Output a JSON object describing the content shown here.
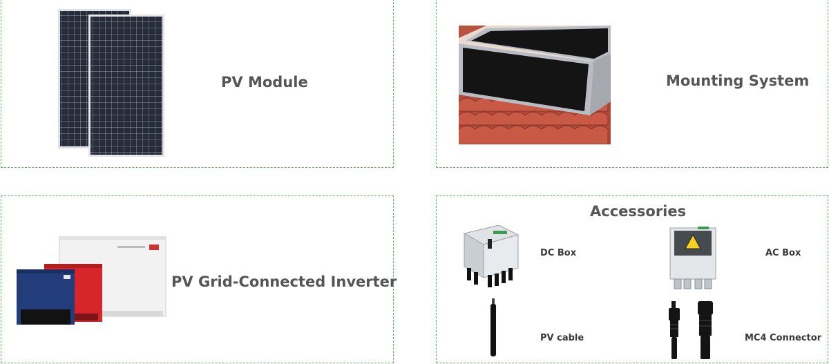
{
  "cards": {
    "pv_module": {
      "title": "PV Module"
    },
    "mounting": {
      "title": "Mounting System"
    },
    "inverter": {
      "title": "PV Grid-Connected Inverter"
    },
    "accessories": {
      "title": "Accessories",
      "items": {
        "dc_box": "DC Box",
        "ac_box": "AC Box",
        "pv_cable": "PV cable",
        "mc4": "MC4 Connector"
      }
    }
  },
  "colors": {
    "border": "#5cb85c",
    "text": "#555555"
  }
}
